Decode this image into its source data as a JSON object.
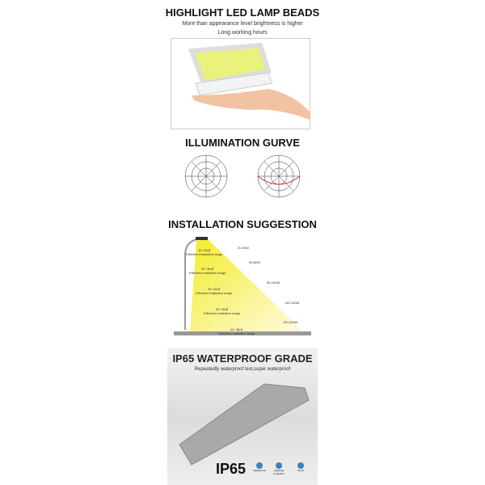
{
  "beads": {
    "title": "HIGHLIGHT LED LAMP BEADS",
    "line1": "More than appearance level brightness is higher",
    "line2": "Long working hours"
  },
  "curve": {
    "title": "ILLUMINATION GURVE"
  },
  "install": {
    "title": "INSTALLATION SUGGESTION",
    "ranges": [
      {
        "area": "12~15㎡",
        "desc": "Effective irradiation range",
        "power": "20-30W"
      },
      {
        "area": "20~30㎡",
        "desc": "Effective irradiation range",
        "power": "50-80W"
      },
      {
        "area": "25~32㎡",
        "desc": "Effective irradiation range",
        "power": "80-100W"
      },
      {
        "area": "30~40㎡",
        "desc": "Effective irradiation range",
        "power": "120-150W"
      },
      {
        "area": "44~48㎡",
        "desc": "Effective irradiation range",
        "power": "150-200W"
      }
    ]
  },
  "waterproof": {
    "title": "IP65 WATERPROOF GRADE",
    "subtitle": "Repeatedly waterproof test,super waterproof",
    "badge": "IP65",
    "features": [
      {
        "icon": "water-drop-icon",
        "label": "Waterproof"
      },
      {
        "icon": "lightning-icon",
        "label": "Lightning protection"
      },
      {
        "icon": "snowflake-icon",
        "label": "Snow"
      }
    ]
  }
}
